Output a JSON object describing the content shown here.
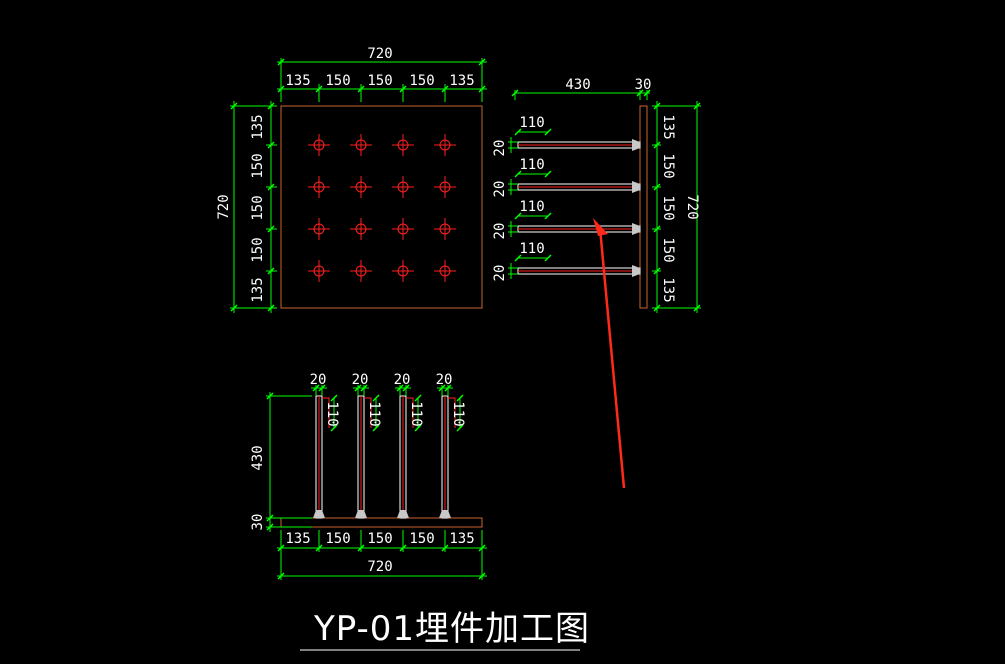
{
  "title": "YP-01埋件加工图",
  "colors": {
    "background": "#000000",
    "dimension": "#00ff00",
    "outline": "#c86432",
    "anchor": "#ff2020",
    "text": "#ffffff",
    "weld": "#c8c8c8",
    "arrow": "#ff2a1a"
  },
  "plan_view": {
    "overall_width": "720",
    "overall_height": "720",
    "top_dims": [
      "135",
      "150",
      "150",
      "150",
      "135"
    ],
    "left_dims": [
      "135",
      "150",
      "150",
      "150",
      "135"
    ]
  },
  "side_view": {
    "bar_length": "430",
    "plate_thickness": "30",
    "bar_dims": [
      "110",
      "110",
      "110",
      "110"
    ],
    "diameter_dims": [
      "20",
      "20",
      "20",
      "20"
    ],
    "right_dims": [
      "135",
      "150",
      "150",
      "150",
      "135"
    ],
    "overall_height": "720"
  },
  "elevation_view": {
    "top_dims": [
      "20",
      "20",
      "20",
      "20"
    ],
    "hook_dims": [
      "110",
      "110",
      "110",
      "110"
    ],
    "height_dim": "430",
    "plate_dim": "30",
    "bottom_dims": [
      "135",
      "150",
      "150",
      "150",
      "135"
    ],
    "overall_width": "720"
  }
}
